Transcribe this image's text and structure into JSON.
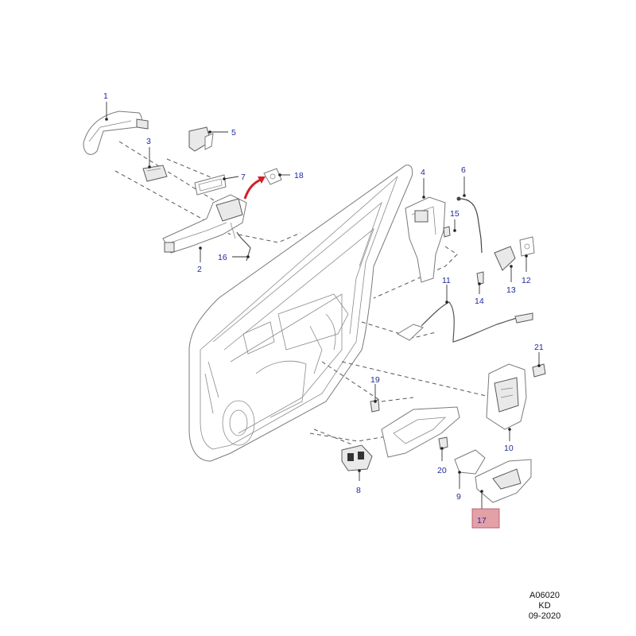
{
  "diagram": {
    "callouts": [
      {
        "id": "c1",
        "label": "1"
      },
      {
        "id": "c2",
        "label": "2"
      },
      {
        "id": "c3",
        "label": "3"
      },
      {
        "id": "c4",
        "label": "4"
      },
      {
        "id": "c5",
        "label": "5"
      },
      {
        "id": "c6",
        "label": "6"
      },
      {
        "id": "c7",
        "label": "7"
      },
      {
        "id": "c8",
        "label": "8"
      },
      {
        "id": "c9",
        "label": "9"
      },
      {
        "id": "c10",
        "label": "10"
      },
      {
        "id": "c11",
        "label": "11"
      },
      {
        "id": "c12",
        "label": "12"
      },
      {
        "id": "c13",
        "label": "13"
      },
      {
        "id": "c14",
        "label": "14"
      },
      {
        "id": "c15",
        "label": "15"
      },
      {
        "id": "c16",
        "label": "16"
      },
      {
        "id": "c17",
        "label": "17"
      },
      {
        "id": "c18",
        "label": "18"
      },
      {
        "id": "c19",
        "label": "19"
      },
      {
        "id": "c20",
        "label": "20"
      },
      {
        "id": "c21",
        "label": "21"
      }
    ],
    "highlighted_callout": "17",
    "stamp": {
      "code": "A06020",
      "region": "KD",
      "date": "09-2020"
    },
    "colors": {
      "callout_text": "#1f2a9c",
      "highlight_fill": "#d9808a",
      "arrow": "#d0202a",
      "line": "#7a7a7a"
    }
  }
}
